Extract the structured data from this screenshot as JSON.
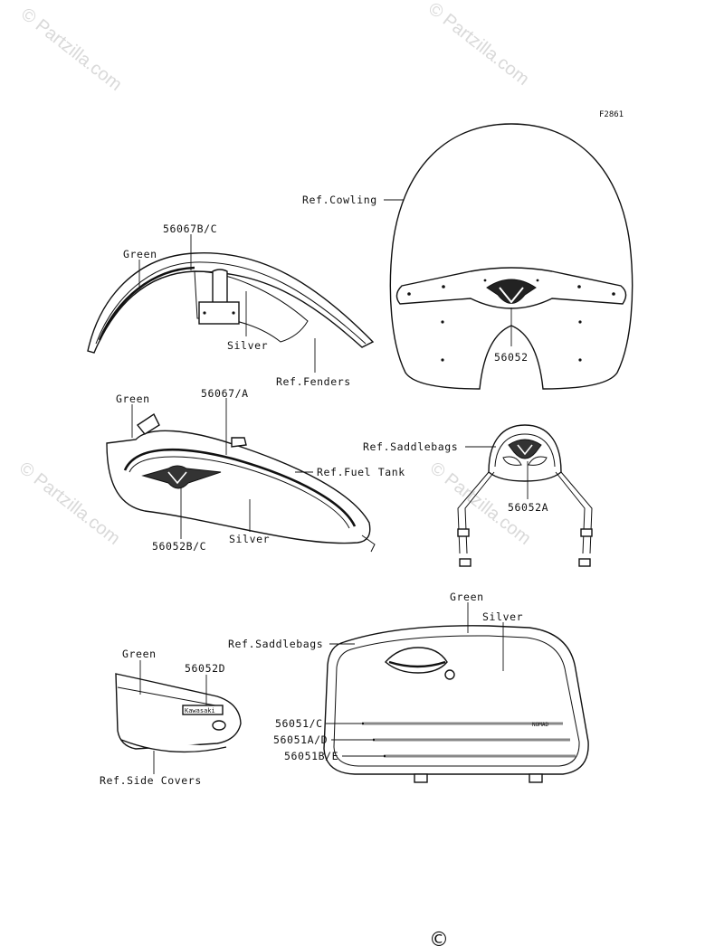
{
  "figure_code": "F2861",
  "watermarks": [
    "© Partzilla.com",
    "© Partzilla.com",
    "© Partzilla.com",
    "© Partzilla.com"
  ],
  "callouts": {
    "ref_cowling": "Ref.Cowling",
    "cowl_emblem": "56052",
    "fender_stripe": "56067B/C",
    "fender_green": "Green",
    "fender_silver": "Silver",
    "ref_fenders": "Ref.Fenders",
    "tank_green": "Green",
    "tank_stripe": "56067/A",
    "ref_fuel_tank": "Ref.Fuel Tank",
    "tank_silver": "Silver",
    "tank_emblem": "56052B/C",
    "ref_saddlebags_backrest": "Ref.Saddlebags",
    "backrest_emblem": "56052A",
    "saddlebag_green": "Green",
    "saddlebag_silver": "Silver",
    "ref_saddlebags": "Ref.Saddlebags",
    "stripe_1": "56051/C",
    "stripe_2": "56051A/D",
    "stripe_3": "56051B/E",
    "side_green": "Green",
    "side_emblem": "56052D",
    "ref_side_covers": "Ref.Side Covers"
  },
  "decal_texts": {
    "nomad": "NOMAD",
    "kawasaki": "Kawasaki"
  },
  "footer_symbol": "©"
}
